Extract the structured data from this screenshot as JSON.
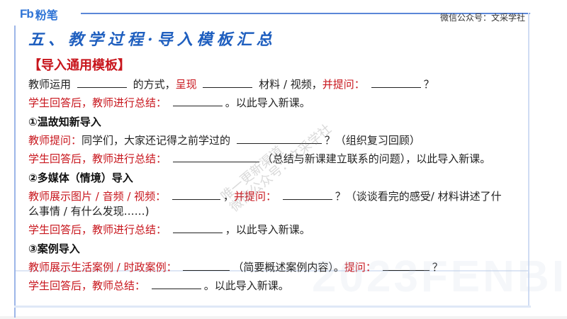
{
  "header": {
    "logo_mark": "Fb",
    "logo_text": "粉笔",
    "wechat_label": "微信公众号：文采学社"
  },
  "title": "五、教学过程·导入模板汇总",
  "subtitle": "【导入通用模板】",
  "general": {
    "line1": {
      "a": "教师运用",
      "b": "的方式，",
      "c_red": "呈现",
      "d": "材料 / 视频，",
      "e_red": "并提问：",
      "f": "？"
    },
    "line2": {
      "a_red": "学生回答后，教师进行总结：",
      "b": "。以此导入新课。"
    }
  },
  "sections": [
    {
      "heading": "①温故知新导入",
      "line1": {
        "a_red": "教师提问：",
        "b": "同学们，大家还记得之前学过的",
        "c": "？（组织复习回顾）"
      },
      "line2": {
        "a_red": "学生回答后，教师进行总结：",
        "b": "（总结与新课建立联系的问题），以此导入新课。"
      }
    },
    {
      "heading": "②多媒体（情境）导入",
      "line1": {
        "a_red": "教师展示图片 / 音频 / 视频：",
        "b": "，",
        "c_red": "并提问：",
        "d": "？（谈谈看完的感受/ 材料讲述了什",
        "e": "么事情 / 有什么发现……)"
      },
      "line2": {
        "a_red": "学生回答后，教师进行总结：",
        "b": "，以此导入新课。"
      }
    },
    {
      "heading": "③案例导入",
      "line1": {
        "a_red": "教师展示生活案例 / 时政案例：",
        "b": "（简要概述案例内容）。",
        "c_red": "提问：",
        "d": "？"
      },
      "line2": {
        "a_red": "学生回答后，教师总结：",
        "b": "。以此导入新课。"
      }
    }
  ],
  "watermarks": {
    "diagonal_line1": "唯一更新渠道",
    "diagonal_line2": "微信公众号：文采学社",
    "big": "2023FENBI"
  },
  "colors": {
    "title_blue": "#1f5fbf",
    "accent_red": "#c8161d",
    "frame_blue": "#6f95dc"
  }
}
